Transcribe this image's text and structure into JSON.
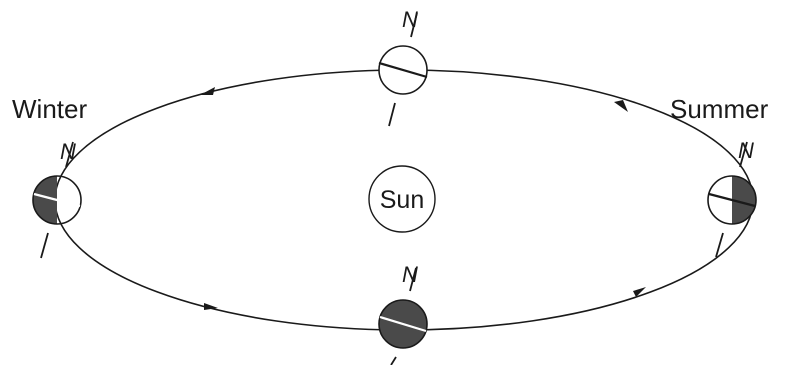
{
  "labels": {
    "winter": "Winter",
    "summer": "Summer",
    "sun": "Sun",
    "north": "N"
  },
  "colors": {
    "stroke": "#1a1a1a",
    "night_side": "#4a4a4a",
    "day_side": "#ffffff"
  }
}
